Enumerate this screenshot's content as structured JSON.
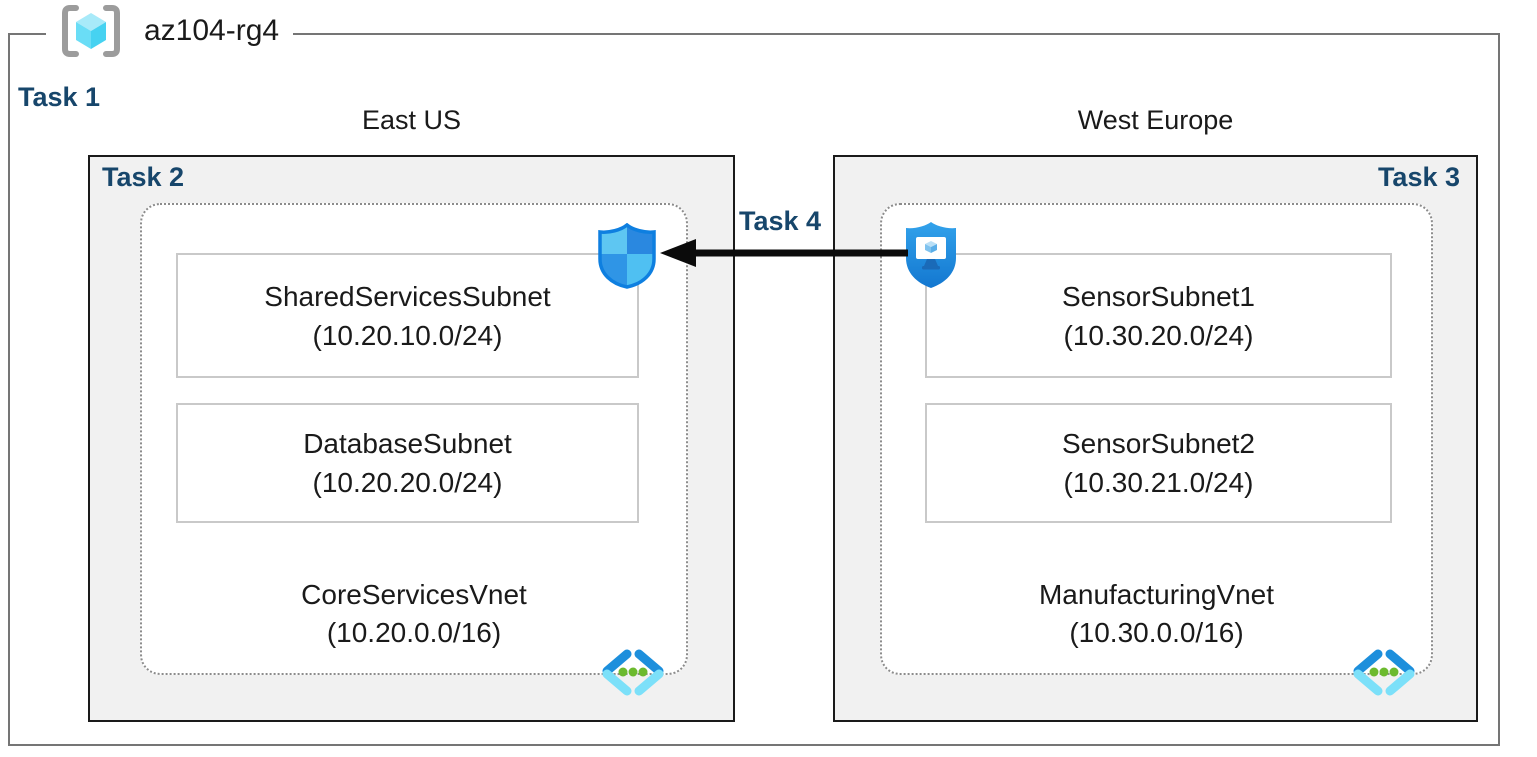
{
  "resource_group": {
    "name": "az104-rg4"
  },
  "tasks": {
    "task1": "Task 1",
    "task2": "Task 2",
    "task3": "Task 3",
    "task4": "Task 4"
  },
  "regions": [
    {
      "name": "East US",
      "vnet": {
        "name": "CoreServicesVnet",
        "cidr": "(10.20.0.0/16)"
      },
      "subnets": [
        {
          "name": "SharedServicesSubnet",
          "cidr": "(10.20.10.0/24)"
        },
        {
          "name": "DatabaseSubnet",
          "cidr": "(10.20.20.0/24)"
        }
      ],
      "attached_icon": "network-security-group-icon"
    },
    {
      "name": "West Europe",
      "vnet": {
        "name": "ManufacturingVnet",
        "cidr": "(10.30.0.0/16)"
      },
      "subnets": [
        {
          "name": "SensorSubnet1",
          "cidr": "(10.30.20.0/24)"
        },
        {
          "name": "SensorSubnet2",
          "cidr": "(10.30.21.0/24)"
        }
      ],
      "attached_icon": "bastion-icon"
    }
  ],
  "connection": {
    "from_icon": "bastion-icon",
    "to_icon": "network-security-group-icon",
    "direction": "right-to-left"
  },
  "colors": {
    "task_label": "#17466B",
    "region_fill": "#F1F1F1",
    "region_border": "#1A1A1A",
    "vnet_dotted_border": "#8C8C8C",
    "subnet_border": "#C9C9C9",
    "resource_group_border": "#757575",
    "arrow": "#000000",
    "azure_blue": "#2492E4",
    "azure_light_blue": "#5BC4F2",
    "vnet_dot_green": "#6CBA2E"
  }
}
